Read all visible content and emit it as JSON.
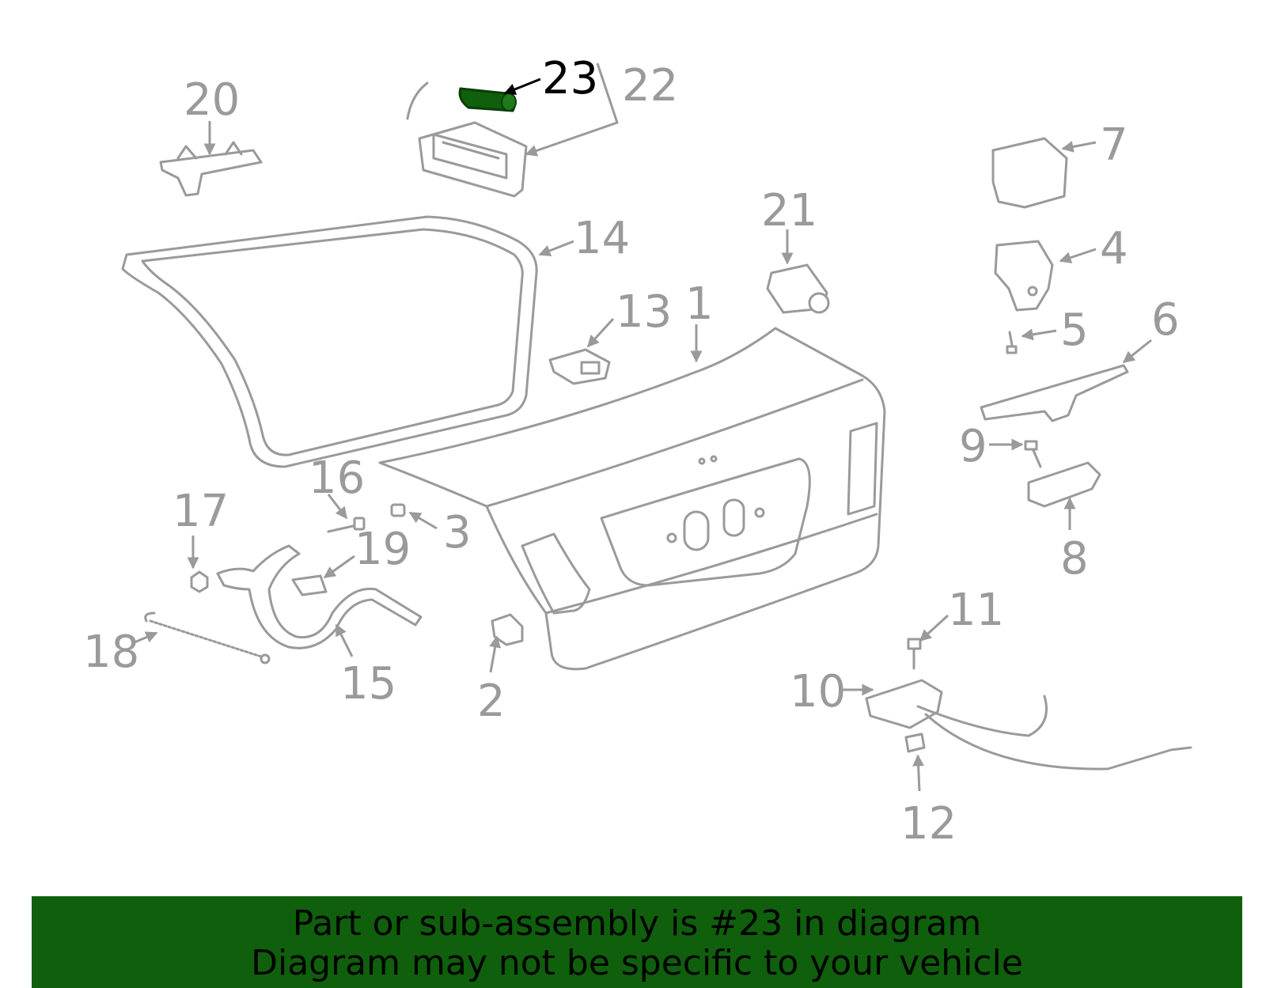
{
  "colors": {
    "highlight": "#0f5f0c",
    "parts": "#9a9a9a",
    "banner": "#0f5f0c"
  },
  "callouts": [
    "1",
    "2",
    "3",
    "4",
    "5",
    "6",
    "7",
    "8",
    "9",
    "10",
    "11",
    "12",
    "13",
    "14",
    "15",
    "16",
    "17",
    "18",
    "19",
    "20",
    "21",
    "22",
    "23"
  ],
  "highlighted_part": "23",
  "banner": {
    "line1": "Part or sub-assembly is #23 in diagram",
    "line2": "Diagram may not be specific to your vehicle"
  }
}
